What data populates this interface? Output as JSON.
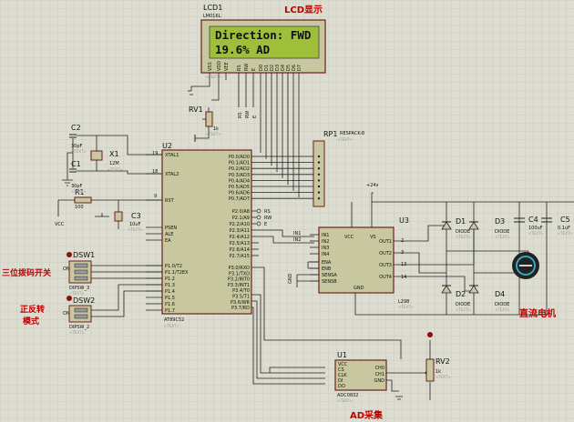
{
  "titles": {
    "lcd": "LCD显示",
    "dip": "三位拨码开关",
    "mode_1": "正反转",
    "mode_2": "模式",
    "motor": "直流电机",
    "ad": "AD采集"
  },
  "lcd1": {
    "ref": "LCD1",
    "model": "LM016L",
    "line1": "Direction: FWD",
    "line2": "19.6%   AD",
    "pins": [
      "VSS",
      "VDD",
      "VEE",
      "RS",
      "RW",
      "E",
      "D0",
      "D1",
      "D2",
      "D3",
      "D4",
      "D5",
      "D6",
      "D7"
    ]
  },
  "u2": {
    "ref": "U2",
    "model": "AT89C52",
    "left_pins": [
      "XTAL1",
      "XTAL2",
      "RST",
      "PSEN",
      "ALE",
      "EA",
      "P1.0/T2",
      "P1.1/T2EX",
      "P1.2",
      "P1.3",
      "P1.4",
      "P1.5",
      "P1.6",
      "P1.7"
    ],
    "pin_numbers": [
      "19",
      "18",
      "9"
    ],
    "port0": [
      "P0.0/AD0",
      "P0.1/AD1",
      "P0.2/AD2",
      "P0.3/AD3",
      "P0.4/AD4",
      "P0.5/AD5",
      "P0.6/AD6",
      "P0.7/AD7"
    ],
    "port2": [
      "P2.0/A8",
      "P2.1/A9",
      "P2.2/A10",
      "P2.3/A11",
      "P2.4/A12",
      "P2.5/A13",
      "P2.6/A14",
      "P2.7/A15"
    ],
    "port3": [
      "P3.0/RXD",
      "P3.1/TXD",
      "P3.2/INT0",
      "P3.3/INT1",
      "P3.4/T0",
      "P3.5/T1",
      "P3.6/WR",
      "P3.7/RD"
    ]
  },
  "ctrl_labels": [
    "RS",
    "RW",
    "E"
  ],
  "rp1": {
    "ref": "RP1",
    "model": "RESPACK-8"
  },
  "rv1": {
    "ref": "RV1",
    "value": "1k"
  },
  "c2": {
    "ref": "C2",
    "value": "30pF"
  },
  "c1": {
    "ref": "C1",
    "value": "30pF"
  },
  "x1": {
    "ref": "X1",
    "value": "12M"
  },
  "r1": {
    "ref": "R1",
    "value": "100"
  },
  "c3": {
    "ref": "C3",
    "value": "10uF"
  },
  "vcc_label": "VCC",
  "sw1": {
    "ref": "DSW1",
    "model": "DIPSW_3",
    "on": "ON"
  },
  "sw2": {
    "ref": "DSW2",
    "model": "DIPSW_2",
    "on": "ON"
  },
  "u3": {
    "ref": "U3",
    "model": "L298",
    "left_pins": [
      "IN1",
      "IN2",
      "IN3",
      "IN4",
      "ENA",
      "ENB",
      "SENSA",
      "SENSB"
    ],
    "right_pins": [
      "OUT1",
      "OUT2",
      "OUT3",
      "OUT4"
    ],
    "vs": "VS",
    "vcc": "VCC",
    "gnd": "GND",
    "net_in": [
      "IN1",
      "IN2"
    ],
    "pin_nums": [
      "2",
      "3",
      "13",
      "14"
    ]
  },
  "supply": "+24v",
  "gnd_label": "GND",
  "diodes": {
    "d1": "D1",
    "d2": "D2",
    "d3": "D3",
    "d4": "D4",
    "type": "DIODE"
  },
  "c4": {
    "ref": "C4",
    "value": "100uF"
  },
  "c5": {
    "ref": "C5",
    "value": "0.1uF"
  },
  "u1": {
    "ref": "U1",
    "model": "ADC0832",
    "left_pins": [
      "VCC",
      "CS",
      "CLK",
      "DI",
      "DO"
    ],
    "right_pins": [
      "CH0",
      "CH1",
      "GND"
    ]
  },
  "rv2": {
    "ref": "RV2",
    "value": "1k"
  },
  "text_tag": "<TEXT>"
}
